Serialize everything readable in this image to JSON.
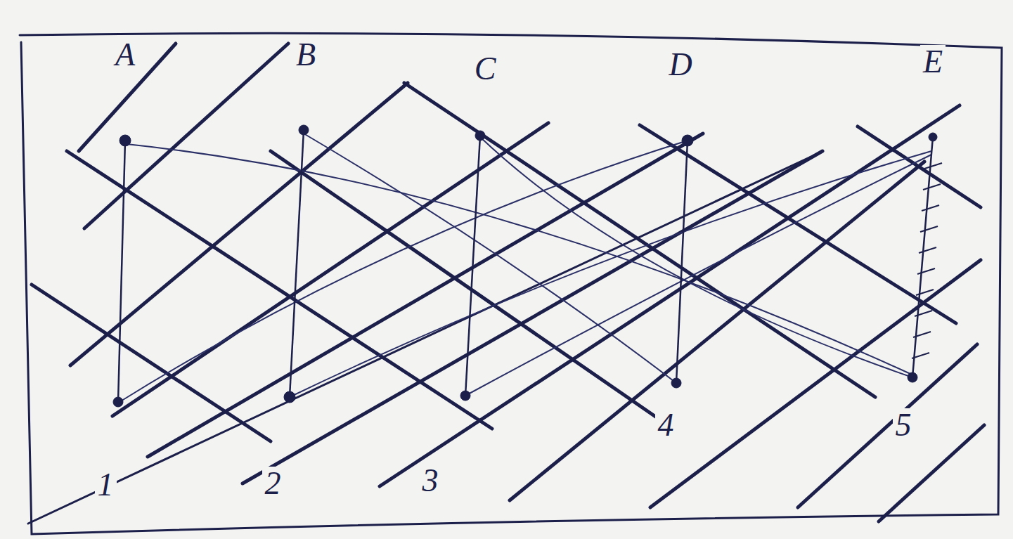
{
  "diagram": {
    "labels": [
      "A",
      "B",
      "C",
      "D",
      "E",
      "1",
      "2",
      "3",
      "4",
      "5"
    ]
  }
}
